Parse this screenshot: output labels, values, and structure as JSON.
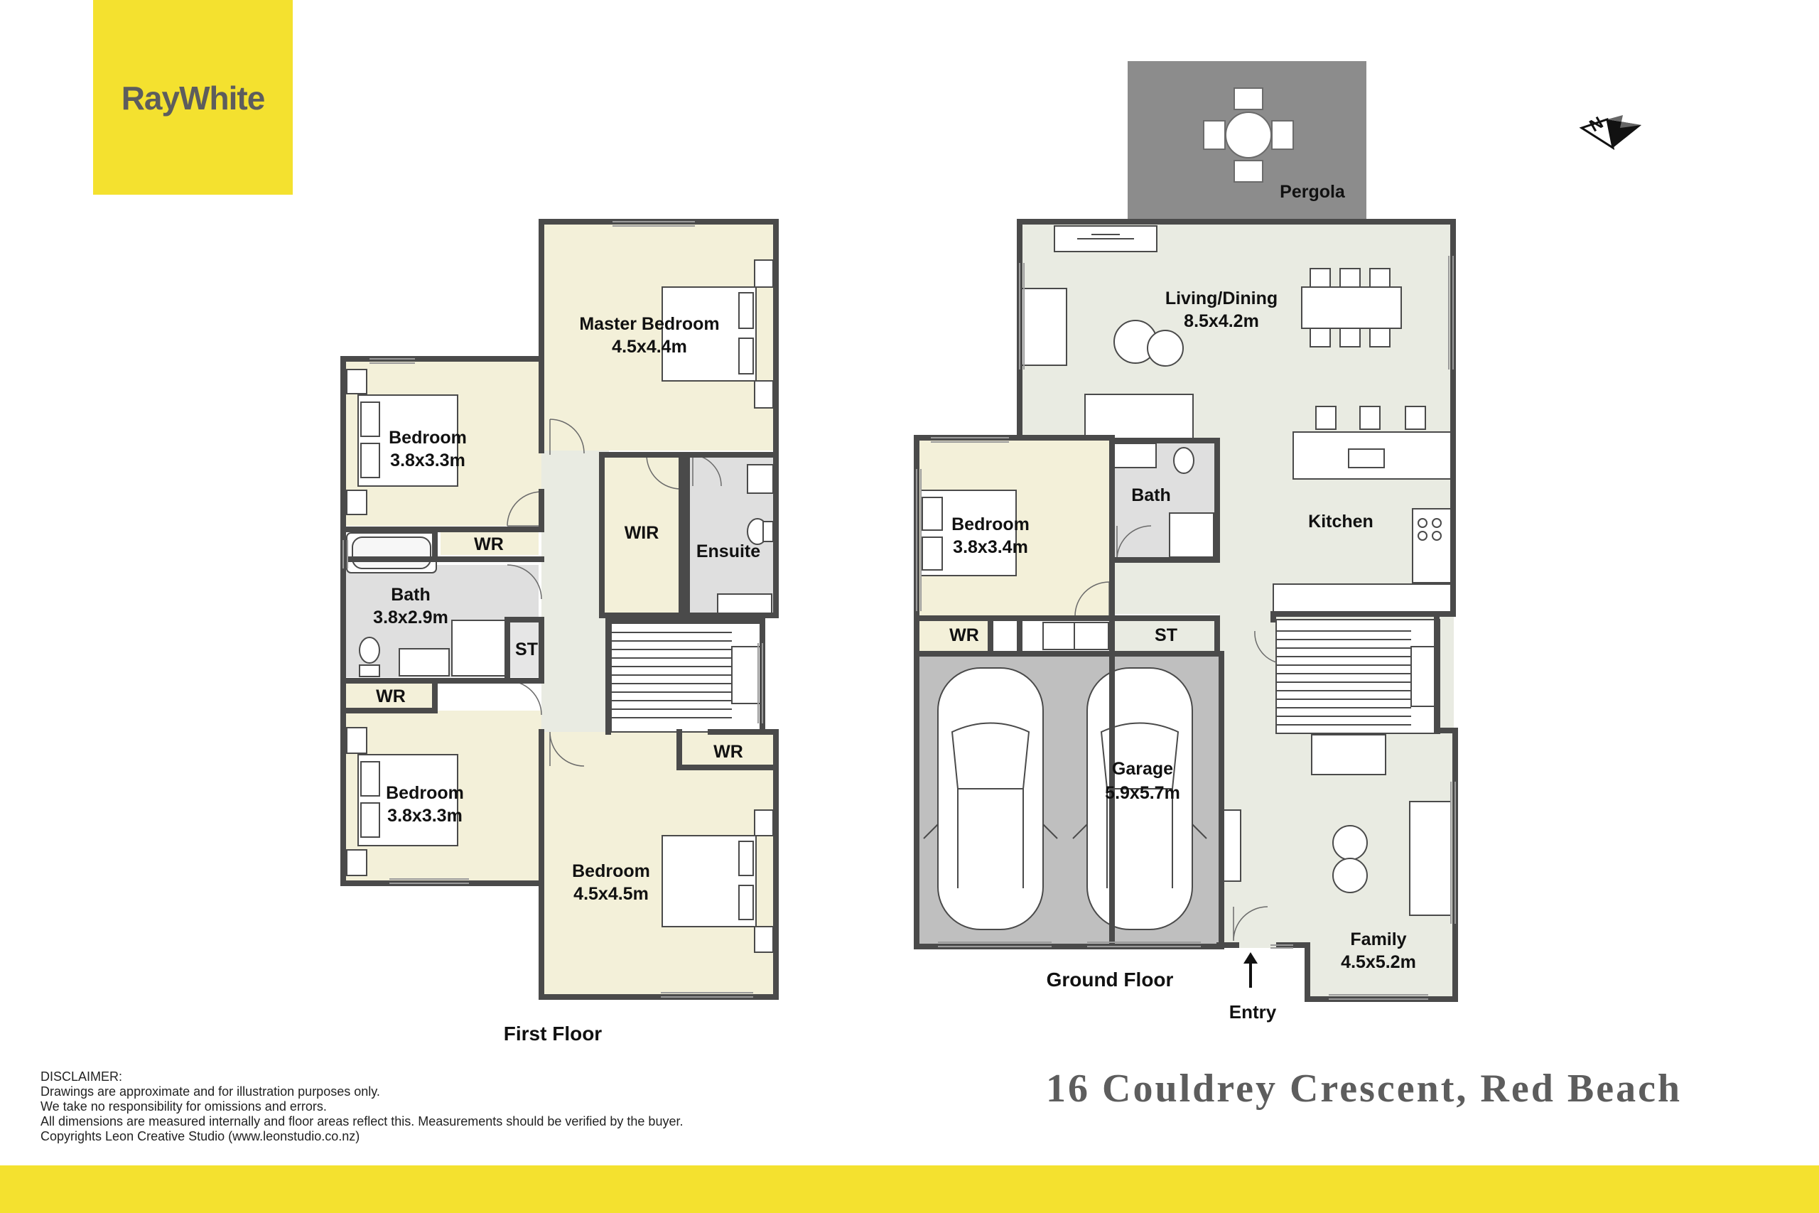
{
  "brand": {
    "logo_text": "RayWhite",
    "accent": "#f4e12f",
    "logo_text_color": "#5d5d5d"
  },
  "address": "16 Couldrey Crescent, Red Beach",
  "colors": {
    "wall": "#4a4a4a",
    "room_yellow": "#f3f0d9",
    "room_green": "#e9ebe2",
    "wet": "#dfdfdf",
    "garage": "#bfbfbf",
    "pergola": "#8c8c8c"
  },
  "disclaimer": {
    "heading": "DISCLAIMER:",
    "line1": "Drawings are approximate and for illustration purposes only.",
    "line2": "We take no responsibility for omissions and errors.",
    "line3": "All dimensions are measured internally and floor areas reflect this. Measurements should be verified by the buyer.",
    "line4": "Copyrights Leon Creative Studio (www.leonstudio.co.nz)"
  },
  "first_floor": {
    "title": "First Floor",
    "master": {
      "name": "Master Bedroom",
      "size": "4.5x4.4m"
    },
    "bed_nw": {
      "name": "Bedroom",
      "size": "3.8x3.3m"
    },
    "bath": {
      "name": "Bath",
      "size": "3.8x2.9m"
    },
    "bed_sw": {
      "name": "Bedroom",
      "size": "3.8x3.3m"
    },
    "bed_se": {
      "name": "Bedroom",
      "size": "4.5x4.5m"
    },
    "wir": "WIR",
    "ensuite": "Ensuite",
    "wr1": "WR",
    "wr2": "WR",
    "wr3": "WR",
    "st": "ST"
  },
  "ground_floor": {
    "title": "Ground Floor",
    "pergola": "Pergola",
    "living": {
      "name": "Living/Dining",
      "size": "8.5x4.2m"
    },
    "kitchen": "Kitchen",
    "bedroom": {
      "name": "Bedroom",
      "size": "3.8x3.4m"
    },
    "bath": "Bath",
    "wr": "WR",
    "st": "ST",
    "garage": {
      "name": "Garage",
      "size": "5.9x5.7m"
    },
    "family": {
      "name": "Family",
      "size": "4.5x5.2m"
    },
    "entry": "Entry"
  }
}
